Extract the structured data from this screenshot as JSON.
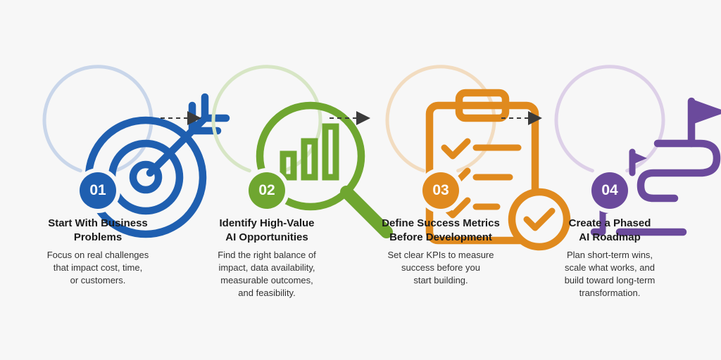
{
  "colors": {
    "step1": "#1f5fb0",
    "step2": "#6fa630",
    "step3": "#e08a1e",
    "step4": "#6b4a9c",
    "ring1": "#c9d6ea",
    "ring2": "#d7e6c5",
    "ring3": "#f2dcc0",
    "ring4": "#ddd0e8",
    "arrow": "#3a3a3a"
  },
  "steps": [
    {
      "number": "01",
      "icon": "target-icon",
      "title_line1": "Start With Business",
      "title_line2": "Problems",
      "desc_line1": "Focus on real challenges",
      "desc_line2": "that impact cost, time,",
      "desc_line3": "or customers.",
      "desc_line4": ""
    },
    {
      "number": "02",
      "icon": "chart-magnifier-icon",
      "title_line1": "Identify High-Value",
      "title_line2": "AI Opportunities",
      "desc_line1": "Find the right balance of",
      "desc_line2": "impact, data availability,",
      "desc_line3": "measurable outcomes,",
      "desc_line4": "and feasibility."
    },
    {
      "number": "03",
      "icon": "clipboard-check-icon",
      "title_line1": "Define Success Metrics",
      "title_line2": "Before Development",
      "desc_line1": "Set clear KPIs to measure",
      "desc_line2": "success before you",
      "desc_line3": "start building.",
      "desc_line4": ""
    },
    {
      "number": "04",
      "icon": "roadmap-flags-icon",
      "title_line1": "Create a Phased",
      "title_line2": "AI Roadmap",
      "desc_line1": "Plan short-term wins,",
      "desc_line2": "scale what works, and",
      "desc_line3": "build toward long-term",
      "desc_line4": "transformation."
    }
  ]
}
